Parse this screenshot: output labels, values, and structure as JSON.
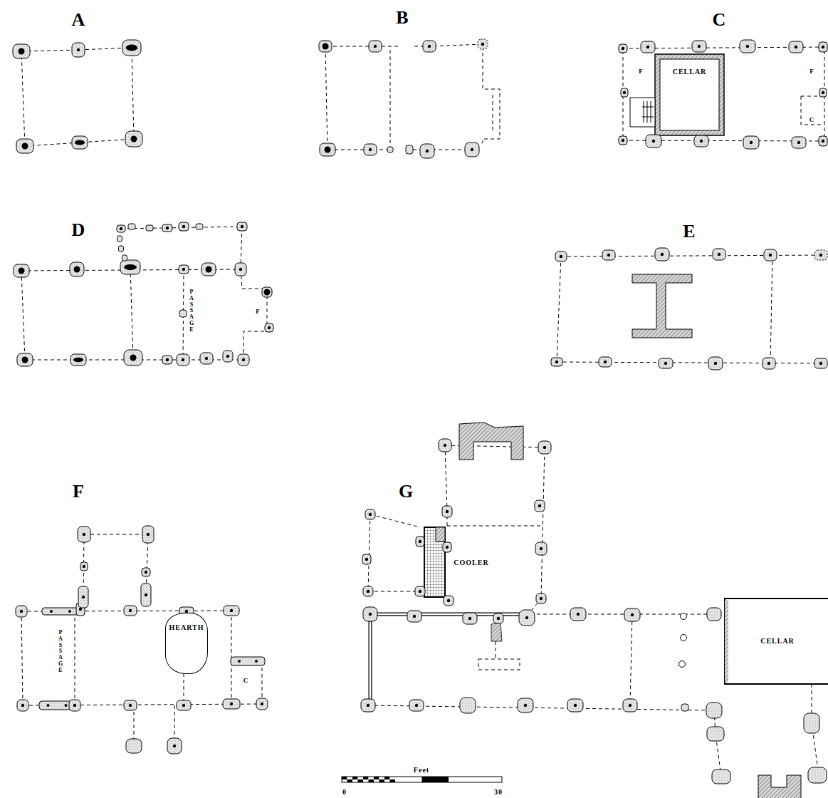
{
  "diagram": {
    "nodes": [
      {
        "text": [
          "CELLAR"
        ]
      },
      {
        "text": [
          "HEARTH"
        ]
      },
      {
        "text": [
          "CELLAR"
        ]
      }
    ],
    "labels": [
      "A",
      "B",
      "C",
      "F",
      "F",
      "C",
      "D",
      "PASSAGE",
      "F",
      "E",
      "F",
      "PASSAGE",
      "C",
      "G",
      "COOLER",
      "Feet",
      "0",
      "30"
    ]
  }
}
